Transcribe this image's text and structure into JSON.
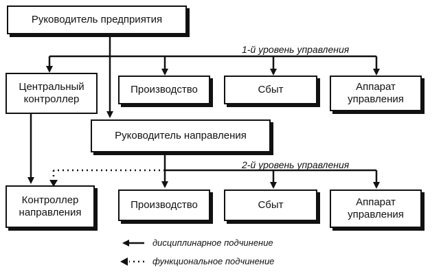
{
  "top": {
    "head": "Руководитель предприятия"
  },
  "level1": {
    "label": "1-й уровень управления",
    "controller": "Центральный контроллер",
    "production": "Производство",
    "sales": "Сбыт",
    "admin": "Аппарат управления"
  },
  "middle": {
    "head": "Руководитель направления"
  },
  "level2": {
    "label": "2-й уровень управления",
    "controller": "Контроллер направления",
    "production": "Производство",
    "sales": "Сбыт",
    "admin": "Аппарат управления"
  },
  "legend": {
    "solid": "дисциплинарное подчинение",
    "dotted": "функциональное подчинение"
  },
  "colors": {
    "ink": "#111111",
    "background": "#ffffff"
  }
}
